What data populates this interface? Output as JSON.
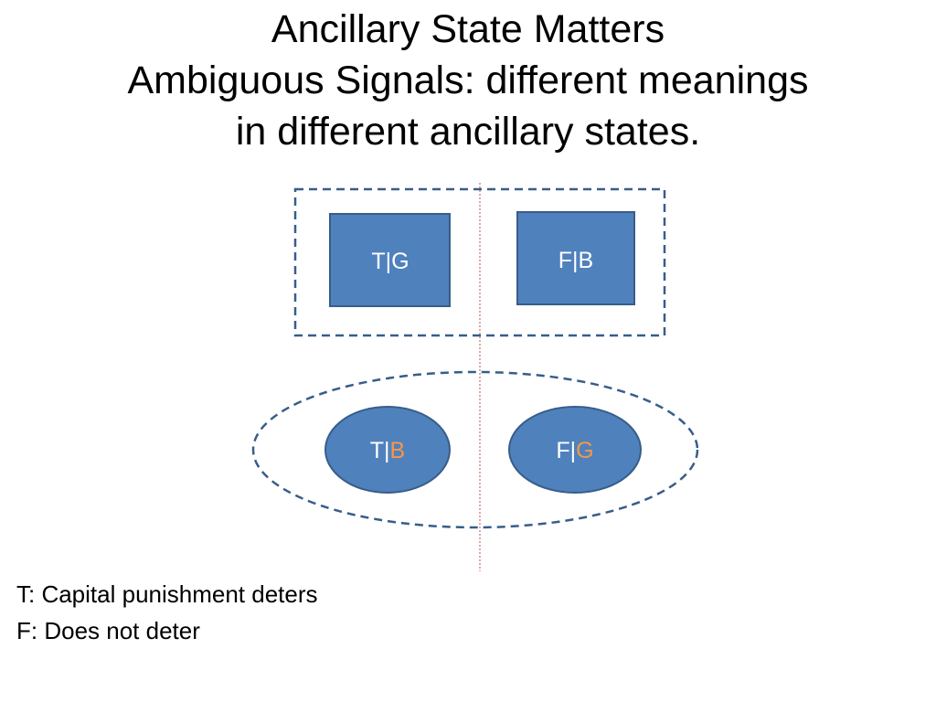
{
  "title": {
    "line1": "Ancillary State Matters",
    "line2": "Ambiguous Signals: different meanings",
    "line3": "in different ancillary states."
  },
  "nodes": {
    "tg": {
      "left": "T|",
      "right": "G"
    },
    "fb": {
      "left": "F|",
      "right": "B"
    },
    "tb": {
      "left": "T|",
      "right": "B"
    },
    "fg": {
      "left": "F|",
      "right": "G"
    }
  },
  "legend": {
    "line1": "T: Capital punishment deters",
    "line2": "F: Does not deter"
  },
  "colors": {
    "node_fill": "#4F81BD",
    "node_stroke": "#385D8A",
    "group_stroke": "#385D8A",
    "divider": "#C0504D",
    "label_white": "#FFFFFF",
    "label_accent": "#F79646"
  }
}
